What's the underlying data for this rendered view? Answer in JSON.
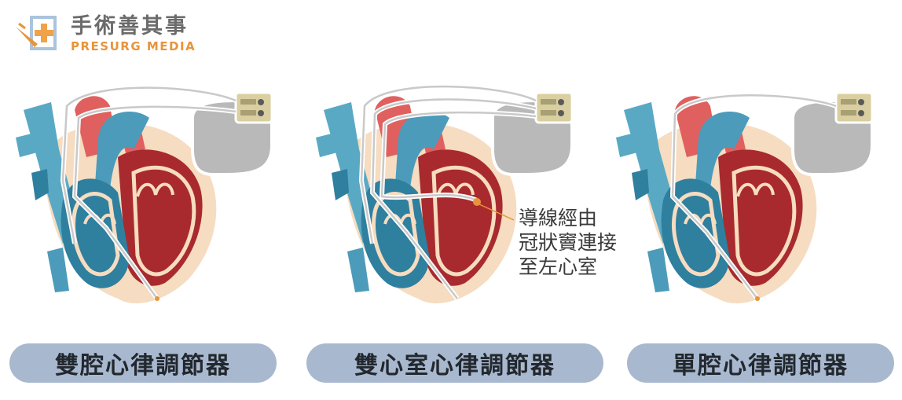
{
  "logo": {
    "chinese": "手術善其事",
    "english": "PRESURG MEDIA"
  },
  "annotation": {
    "lines": [
      "導線經由",
      "冠狀竇連接",
      "至左心室"
    ]
  },
  "captions": [
    "雙腔心律調節器",
    "雙心室心律調節器",
    "單腔心律調節器"
  ],
  "colors": {
    "blue_vessel": "#5aa9c4",
    "blue_dark": "#2f7f9e",
    "red_artery": "#e0605f",
    "red_dark": "#a82a2f",
    "heart_outline": "#f6dcc0",
    "pacemaker": "#b9b9b9",
    "connector": "#d9cfa0",
    "caption_bg": "#a8b8cf",
    "accent_orange": "#e8943a"
  }
}
